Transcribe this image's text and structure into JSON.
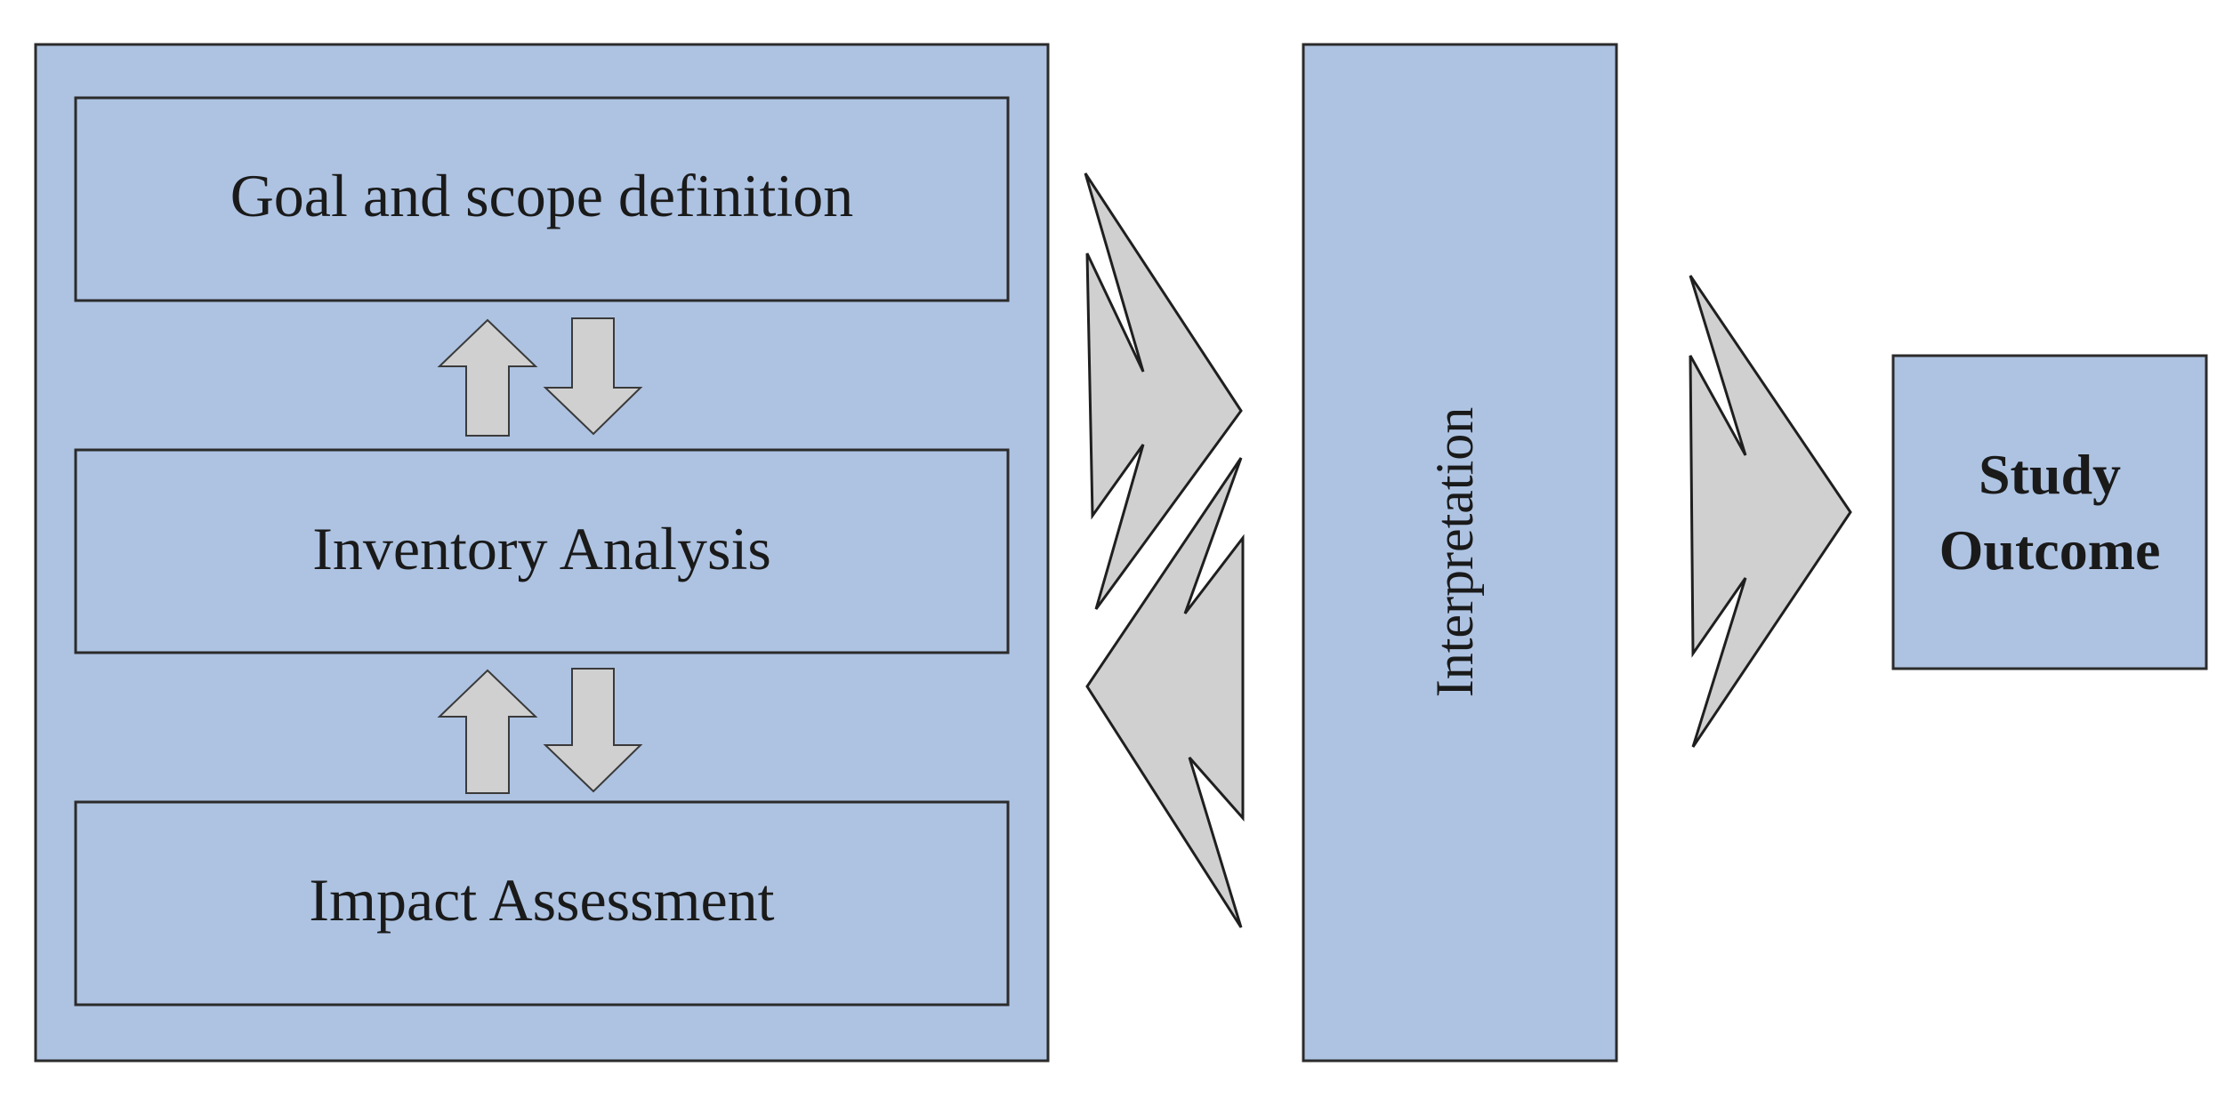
{
  "colors": {
    "box_fill": "#aec3e2",
    "box_stroke": "#2b2b2b",
    "arrow_fill": "#d0d0d0",
    "arrow_stroke": "#1f1f1f",
    "text": "#1a1a1a"
  },
  "stages": {
    "goal": "Goal and scope definition",
    "inventory": "Inventory Analysis",
    "impact": "Impact Assessment"
  },
  "interpretation": "Interpretation",
  "outcome": {
    "line1": "Study",
    "line2": "Outcome"
  }
}
